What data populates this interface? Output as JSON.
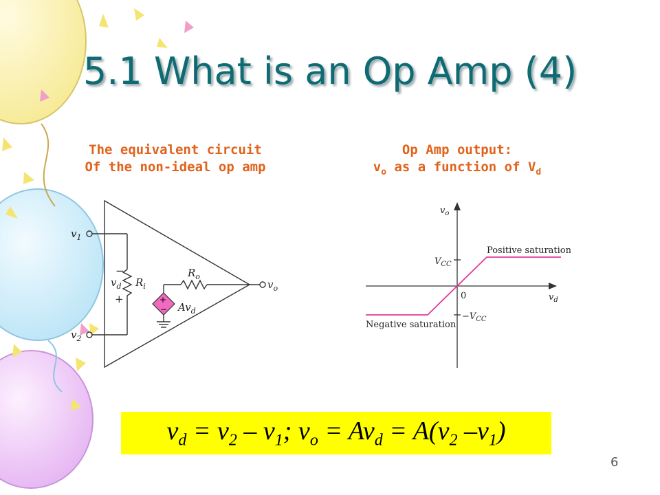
{
  "slide": {
    "title": "5.1 What is an Op Amp (4)",
    "page_number": "6"
  },
  "left_panel": {
    "caption_line1": "The equivalent circuit",
    "caption_line2": "Of the non-ideal op amp",
    "labels": {
      "v1": "v",
      "v1_sub": "1",
      "v2": "v",
      "v2_sub": "2",
      "vd": "v",
      "vd_sub": "d",
      "minus": "−",
      "plus": "+",
      "ri": "R",
      "ri_sub": "i",
      "ro": "R",
      "ro_sub": "o",
      "avd": "Av",
      "avd_sub": "d",
      "vo": "v",
      "vo_sub": "o",
      "src_plus": "+",
      "src_minus": "−"
    }
  },
  "right_panel": {
    "caption_line1": "Op Amp output:",
    "caption_line2_pre": "v",
    "caption_line2_sub1": "o",
    "caption_line2_mid": " as a function of V",
    "caption_line2_sub2": "d",
    "labels": {
      "vo_axis": "v",
      "vo_axis_sub": "o",
      "vd_axis": "v",
      "vd_axis_sub": "d",
      "vcc": "V",
      "vcc_sub": "CC",
      "neg_vcc": "−V",
      "neg_vcc_sub": "CC",
      "origin": "0",
      "pos_sat": "Positive saturation",
      "neg_sat": "Negative saturation"
    }
  },
  "equation": {
    "p1": "v",
    "p1s": "d",
    "p2": " = v",
    "p2s": "2",
    "p3": " – v",
    "p3s": "1",
    "p4": ";  v",
    "p4s": "o",
    "p5": " = Av",
    "p5s": "d",
    "p6": " = A(v",
    "p6s": "2",
    "p7": " –v",
    "p7s": "1",
    "p8": ")"
  },
  "colors": {
    "title": "#0f6b73",
    "caption": "#e0631c",
    "curve": "#e0399a",
    "source_fill": "#f06ac0",
    "equation_bg": "#ffff00"
  }
}
